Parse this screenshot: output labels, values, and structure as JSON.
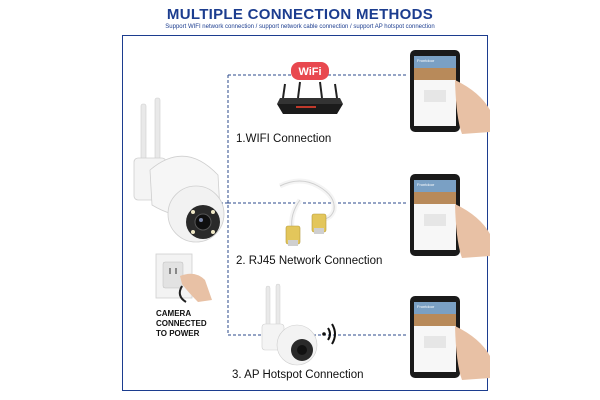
{
  "header": {
    "title": "MULTIPLE CONNECTION METHODS",
    "subtitle": "Support WIFI network connection / support network cable connection / support AP hotspot connection"
  },
  "connections": [
    {
      "label": "1.WIFI Connection"
    },
    {
      "label": "2. RJ45 Network Connection"
    },
    {
      "label": "3. AP Hotspot Connection"
    }
  ],
  "power_note": {
    "line1": "CAMERA",
    "line2": "CONNECTED",
    "line3": "TO POWER"
  },
  "router_badge": "WiFi",
  "phone_app_title": "Frontdoor",
  "colors": {
    "title": "#1c3d8f",
    "frame": "#1c3d8f",
    "dashed": "#2b4a8b",
    "badge": "#e8484f"
  },
  "icons": [
    "dome-camera-icon",
    "router-icon",
    "ethernet-cable-icon",
    "wireless-signal-icon",
    "smartphone-icon",
    "power-outlet-icon"
  ]
}
